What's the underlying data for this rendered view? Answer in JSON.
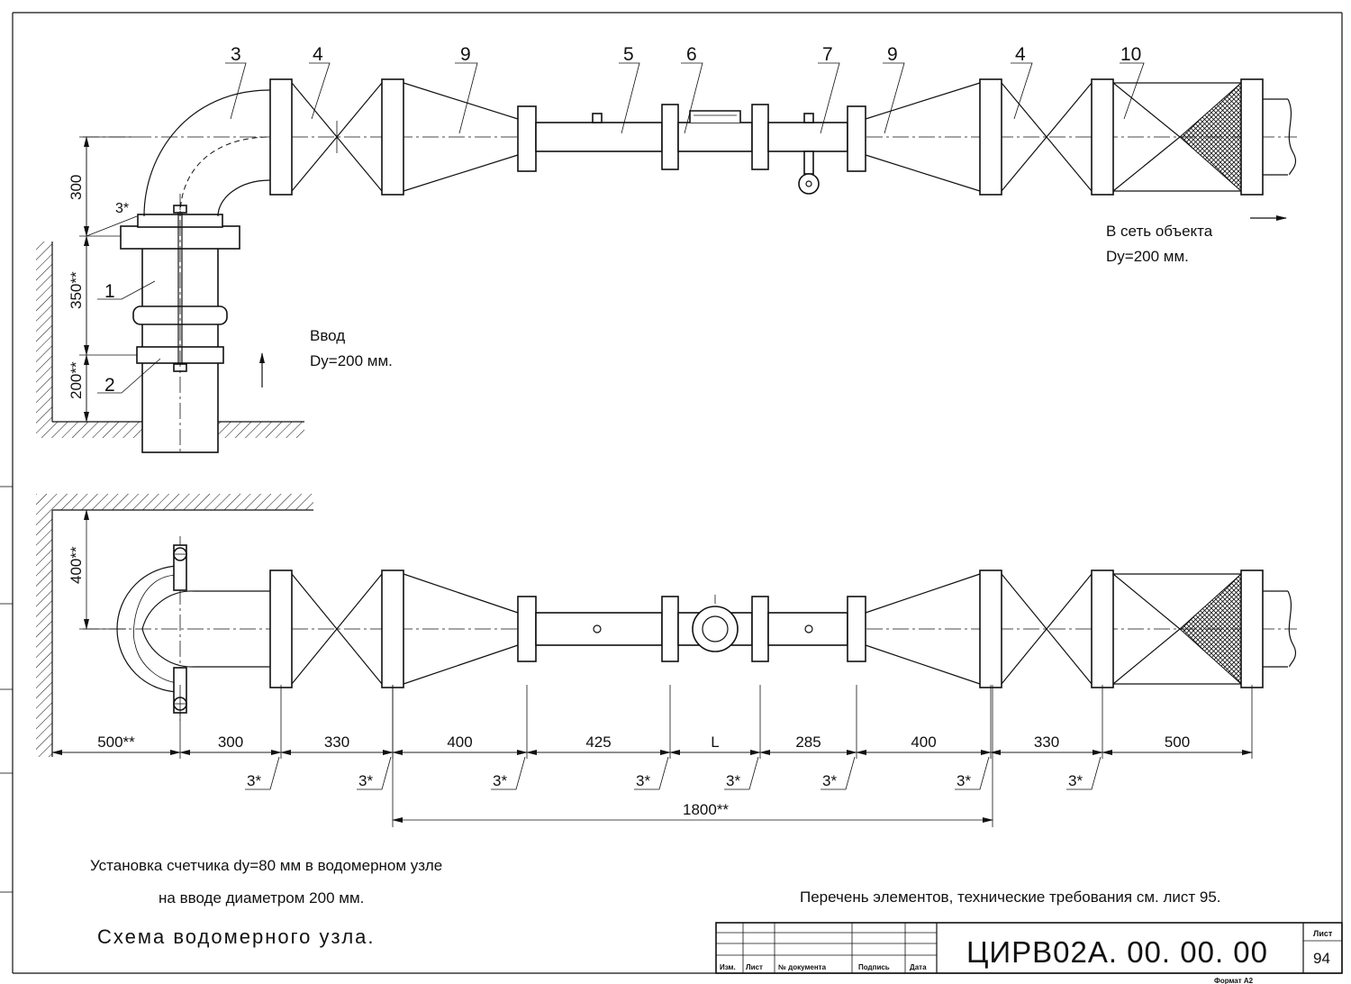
{
  "callouts_top": {
    "c3": "3",
    "c4a": "4",
    "c9a": "9",
    "c5": "5",
    "c6": "6",
    "c7": "7",
    "c9b": "9",
    "c4b": "4",
    "c10": "10"
  },
  "callouts_left": {
    "c1": "1",
    "c2": "2",
    "c3s": "3*"
  },
  "vertical_dims": {
    "d300": "300",
    "d350": "350**",
    "d200": "200**",
    "d400": "400**"
  },
  "inlet": {
    "line1": "Ввод",
    "line2": "Dy=200 мм."
  },
  "outlet": {
    "line1": "В сеть объекта",
    "line2": "Dy=200 мм."
  },
  "horizontal_dims": [
    "500**",
    "300",
    "330",
    "400",
    "425",
    "L",
    "285",
    "400",
    "330",
    "500"
  ],
  "weld_marks": [
    "3*",
    "3*",
    "3*",
    "3*",
    "3*",
    "3*",
    "3*",
    "3*"
  ],
  "total_dim": "1800**",
  "caption": {
    "line1": "Установка счетчика dy=80 мм в водомерном узле",
    "line2": "на вводе диаметром 200 мм."
  },
  "reference_note": "Перечень элементов, технические требования см. лист 95.",
  "schema_title": "Схема водомерного узла.",
  "title_block": {
    "doc_code": "ЦИРВ02А. 00. 00. 00",
    "sheet_label": "Лист",
    "sheet_number": "94",
    "col_izm": "Изм.",
    "col_list": "Лист",
    "col_doc": "№ документа",
    "col_sign": "Подпись",
    "col_date": "Дата"
  },
  "format_label": "Формат А2"
}
